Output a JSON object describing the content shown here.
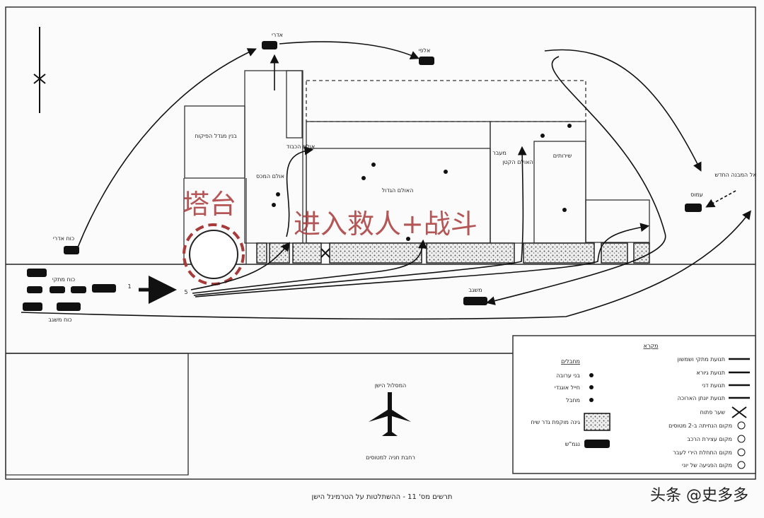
{
  "annotations": {
    "tower": "塔台",
    "rescue": "进入救人+战斗"
  },
  "labels": {
    "control_tower_building": "בנין מגדל הפיקוח",
    "big_hall": "האולם הגדול",
    "small_hall": "האולם הקטן",
    "corridor": "מעבר",
    "vip_hall": "אולם הכבוד",
    "customs_hall": "אולם המכס",
    "toilets": "שירותים",
    "force_left_top": "כוח אדרי",
    "force_main": "כוח מתקי",
    "force_bottom": "כוח משגב",
    "vehicle_top1": "אדרי",
    "vehicle_top2": "אלפי",
    "vehicle_right": "עמוס",
    "vehicle_bottom": "משגב",
    "to_new_terminal": "אל המבנה החדש",
    "old_runway": "המסלול הישן",
    "parking_apron": "רחבת חניה למטוסים",
    "circle_number": "1",
    "circle_number_2": "5"
  },
  "legend": {
    "title": "מקרא",
    "right_items": [
      {
        "icon": "arrow-left-icon",
        "label": "תנועת מתקי ושמשון"
      },
      {
        "icon": "arrow-left-icon",
        "label": "תנועת גיורא"
      },
      {
        "icon": "arrow-left-icon",
        "label": "תנועת דני"
      },
      {
        "icon": "arrow-left-icon",
        "label": "תנועת יונתן הארוכה"
      },
      {
        "icon": "x-icon",
        "label": "שער פתוח"
      },
      {
        "icon": "circle-1-icon",
        "label": "מקום הנחיתה ב-2 מטוסים"
      },
      {
        "icon": "circle-2-icon",
        "label": "מקום עצירת הרכב"
      },
      {
        "icon": "circle-3-icon",
        "label": "מקום התחלת הירי לעבר"
      },
      {
        "icon": "circle-4-icon",
        "label": "מקום הפגיעה של יוני"
      }
    ],
    "left_title": "מחבלים",
    "left_items": [
      {
        "icon": "dot-icon",
        "label": "בני ערובה"
      },
      {
        "icon": "dot-icon",
        "label": "חייל אוגנדי"
      },
      {
        "icon": "dot-icon",
        "label": "מחבל"
      },
      {
        "icon": "hatched-box-icon",
        "label": "גינה מוקפת גדר שיח"
      },
      {
        "icon": "vehicle-icon",
        "label": "נגמ\"ש"
      }
    ]
  },
  "caption": "תרשים מס' 11 - ההשתלטות על הטרמינל הישן",
  "watermark": "头条 @史多多"
}
